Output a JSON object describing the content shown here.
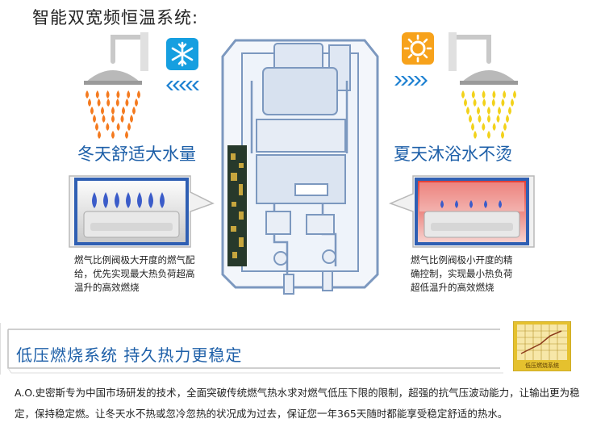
{
  "headline": "智能双宽频恒温系统:",
  "winter": {
    "caption": "冬天舒适大水量",
    "description": "燃气比例阀极大开度的燃气配给，优先实现最大热负荷超高温升的高效燃烧",
    "drop_color": "#f47a1f",
    "icon": "snowflake-icon"
  },
  "summer": {
    "caption": "夏天沐浴水不烫",
    "description": "燃气比例阀极小开度的精确控制，实现最小热负荷超低温升的高效燃烧",
    "drop_color": "#f2d21b",
    "icon": "sun-icon"
  },
  "banner": {
    "title": "低压燃烧系统  持久热力更稳定",
    "badge_label": "低压燃烧系统"
  },
  "body_text": "A.O.史密斯专为中国市场研发的技术，全面突破传统燃气热水求对燃气低压下限的限制，超强的抗气压波动能力，让输出更为稳定，保持稳定燃。让冬天水不热或忽冷忽热的状况成为过去，保证您一年365天随时都能享受稳定舒适的热水。",
  "colors": {
    "accent_blue": "#1d5fa8",
    "heater_outline": "#7c98bf",
    "flame_blue": "#3b5cc9",
    "badge_gold": "#e5c12e"
  }
}
